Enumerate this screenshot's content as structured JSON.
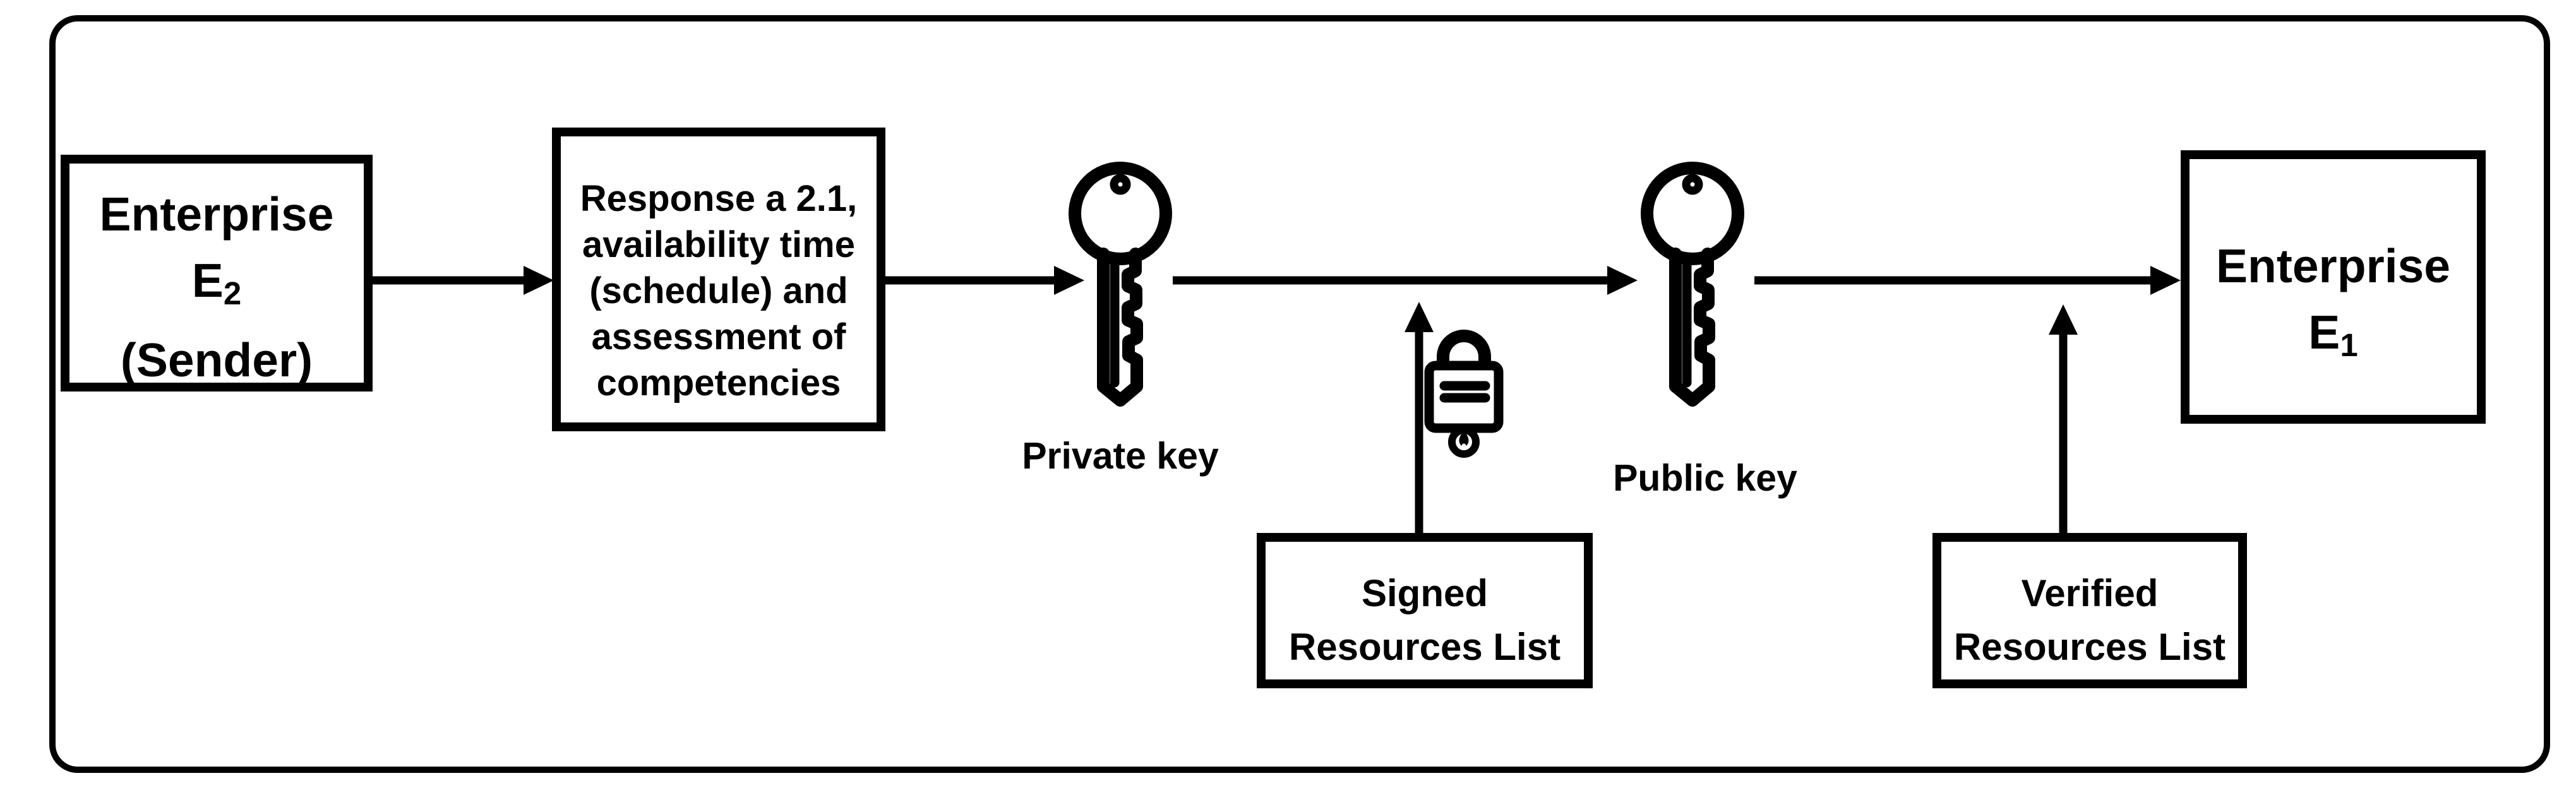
{
  "nodes": {
    "enterprise_sender": {
      "name_line": "Enterprise",
      "symbol": "E",
      "subscript": "2",
      "role_line": "(Sender)"
    },
    "response": {
      "text": "Response a 2.1,\navailability time\n(schedule) and\nassessment of\ncompetencies"
    },
    "private_key": {
      "label": "Private key"
    },
    "signed_list": {
      "text": "Signed\nResources List"
    },
    "public_key": {
      "label": "Public key"
    },
    "verified_list": {
      "text": "Verified\nResources List"
    },
    "enterprise_receiver": {
      "name_line": "Enterprise",
      "symbol": "E",
      "subscript": "1"
    }
  },
  "icons": {
    "private_key": "key-icon",
    "public_key": "key-icon",
    "lock": "padlock-icon"
  },
  "colors": {
    "ink": "#000000",
    "background": "#ffffff"
  }
}
